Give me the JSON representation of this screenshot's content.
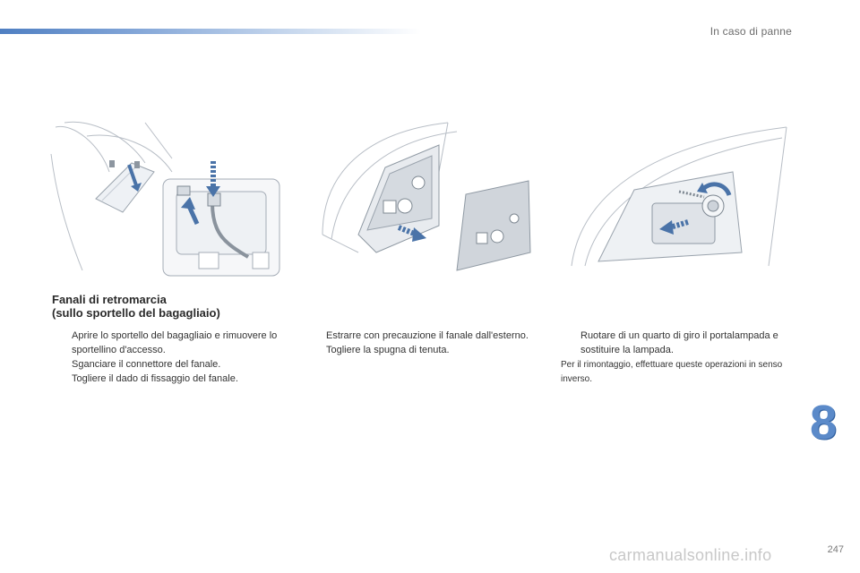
{
  "header": {
    "section_label": "In caso di panne"
  },
  "section": {
    "title_line1": "Fanali di retromarcia",
    "title_line2": "(sullo sportello del bagagliaio)"
  },
  "columns": [
    {
      "steps": [
        "Aprire lo sportello del bagagliaio e rimuovere lo sportellino d'accesso.",
        "Sganciare il connettore del fanale.",
        "Togliere il dado di fissaggio del fanale."
      ]
    },
    {
      "steps": [
        "Estrarre con precauzione il fanale dall'esterno.",
        "Togliere la spugna di tenuta."
      ]
    },
    {
      "steps": [
        "Ruotare di un quarto di giro il portalampada e sostituire la lampada."
      ],
      "note": "Per il rimontaggio, effettuare queste operazioni in senso inverso."
    }
  ],
  "bullet_symbol": "",
  "chapter_number": "8",
  "page_number": "247",
  "watermark": "carmanualsonline.info",
  "colors": {
    "accent": "#5b8ac9",
    "arrow": "#4a73a8"
  }
}
